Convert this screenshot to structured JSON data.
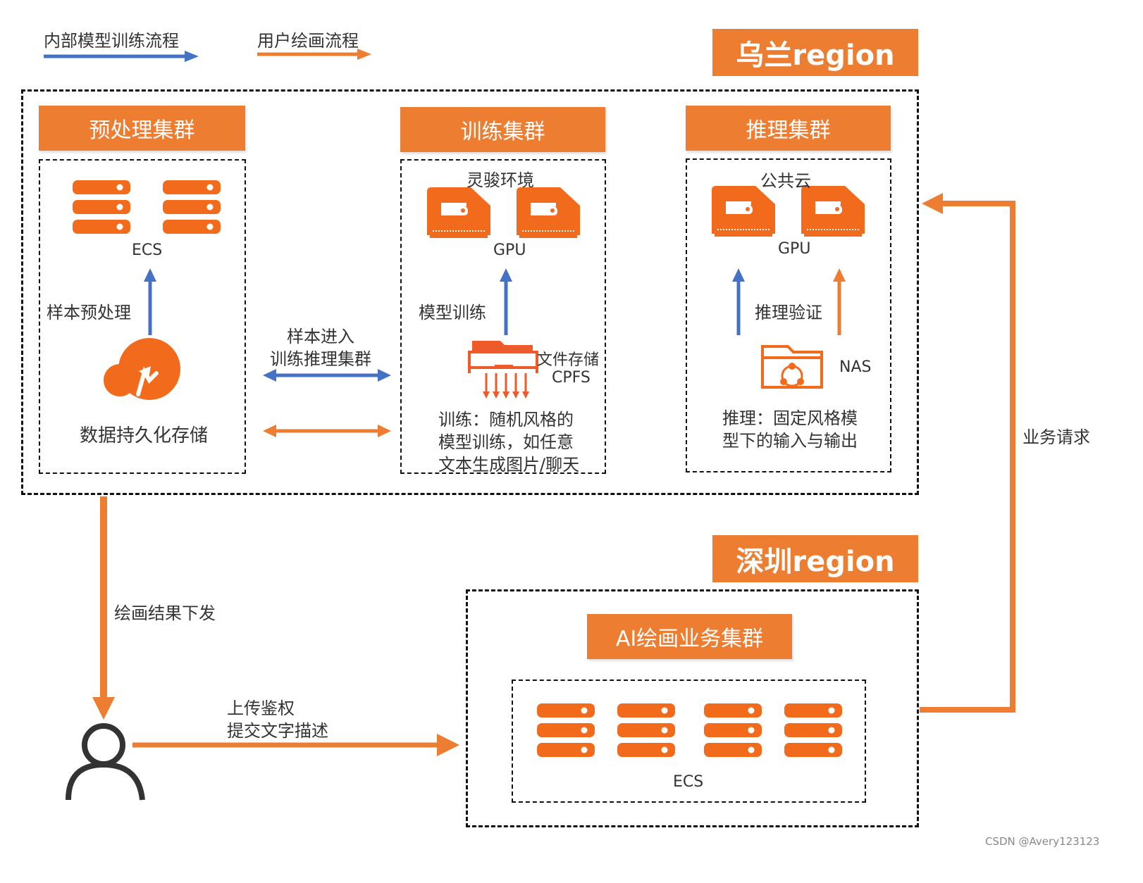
{
  "legend": {
    "internal_label": "内部模型训练流程",
    "user_label": "用户绘画流程",
    "colors": {
      "internal": "#4472c4",
      "user": "#ed7d31"
    }
  },
  "regions": {
    "ulan": "乌兰region",
    "shenzhen": "深圳region"
  },
  "clusters": {
    "preprocess": {
      "title": "预处理集群",
      "server_label": "ECS",
      "step_label": "样本预处理",
      "storage_label": "数据持久化存储"
    },
    "training": {
      "title": "训练集群",
      "env_label": "灵骏环境",
      "gpu_label": "GPU",
      "step_label": "模型训练",
      "storage_label_1": "文件存储",
      "storage_label_2": "CPFS",
      "desc": [
        "训练：随机风格的",
        "模型训练，如任意",
        "文本生成图片/聊天"
      ]
    },
    "inference": {
      "title": "推理集群",
      "env_label": "公共云",
      "gpu_label": "GPU",
      "step_label": "推理验证",
      "storage_label": "NAS",
      "desc": [
        "推理：固定风格模",
        "型下的输入与输出"
      ]
    },
    "ai_painting": {
      "title": "AI绘画业务集群",
      "server_label": "ECS"
    }
  },
  "flows": {
    "sample_entry": [
      "样本进入",
      "训练推理集群"
    ],
    "result_down": "绘画结果下发",
    "upload": [
      "上传鉴权",
      "提交文字描述"
    ],
    "business_request": "业务请求"
  },
  "watermark": "CSDN @Avery123123",
  "icons": [
    "server-rack-icon",
    "gpu-card-icon",
    "cloud-upload-icon",
    "file-storage-icon",
    "nas-folder-icon",
    "user-icon"
  ]
}
